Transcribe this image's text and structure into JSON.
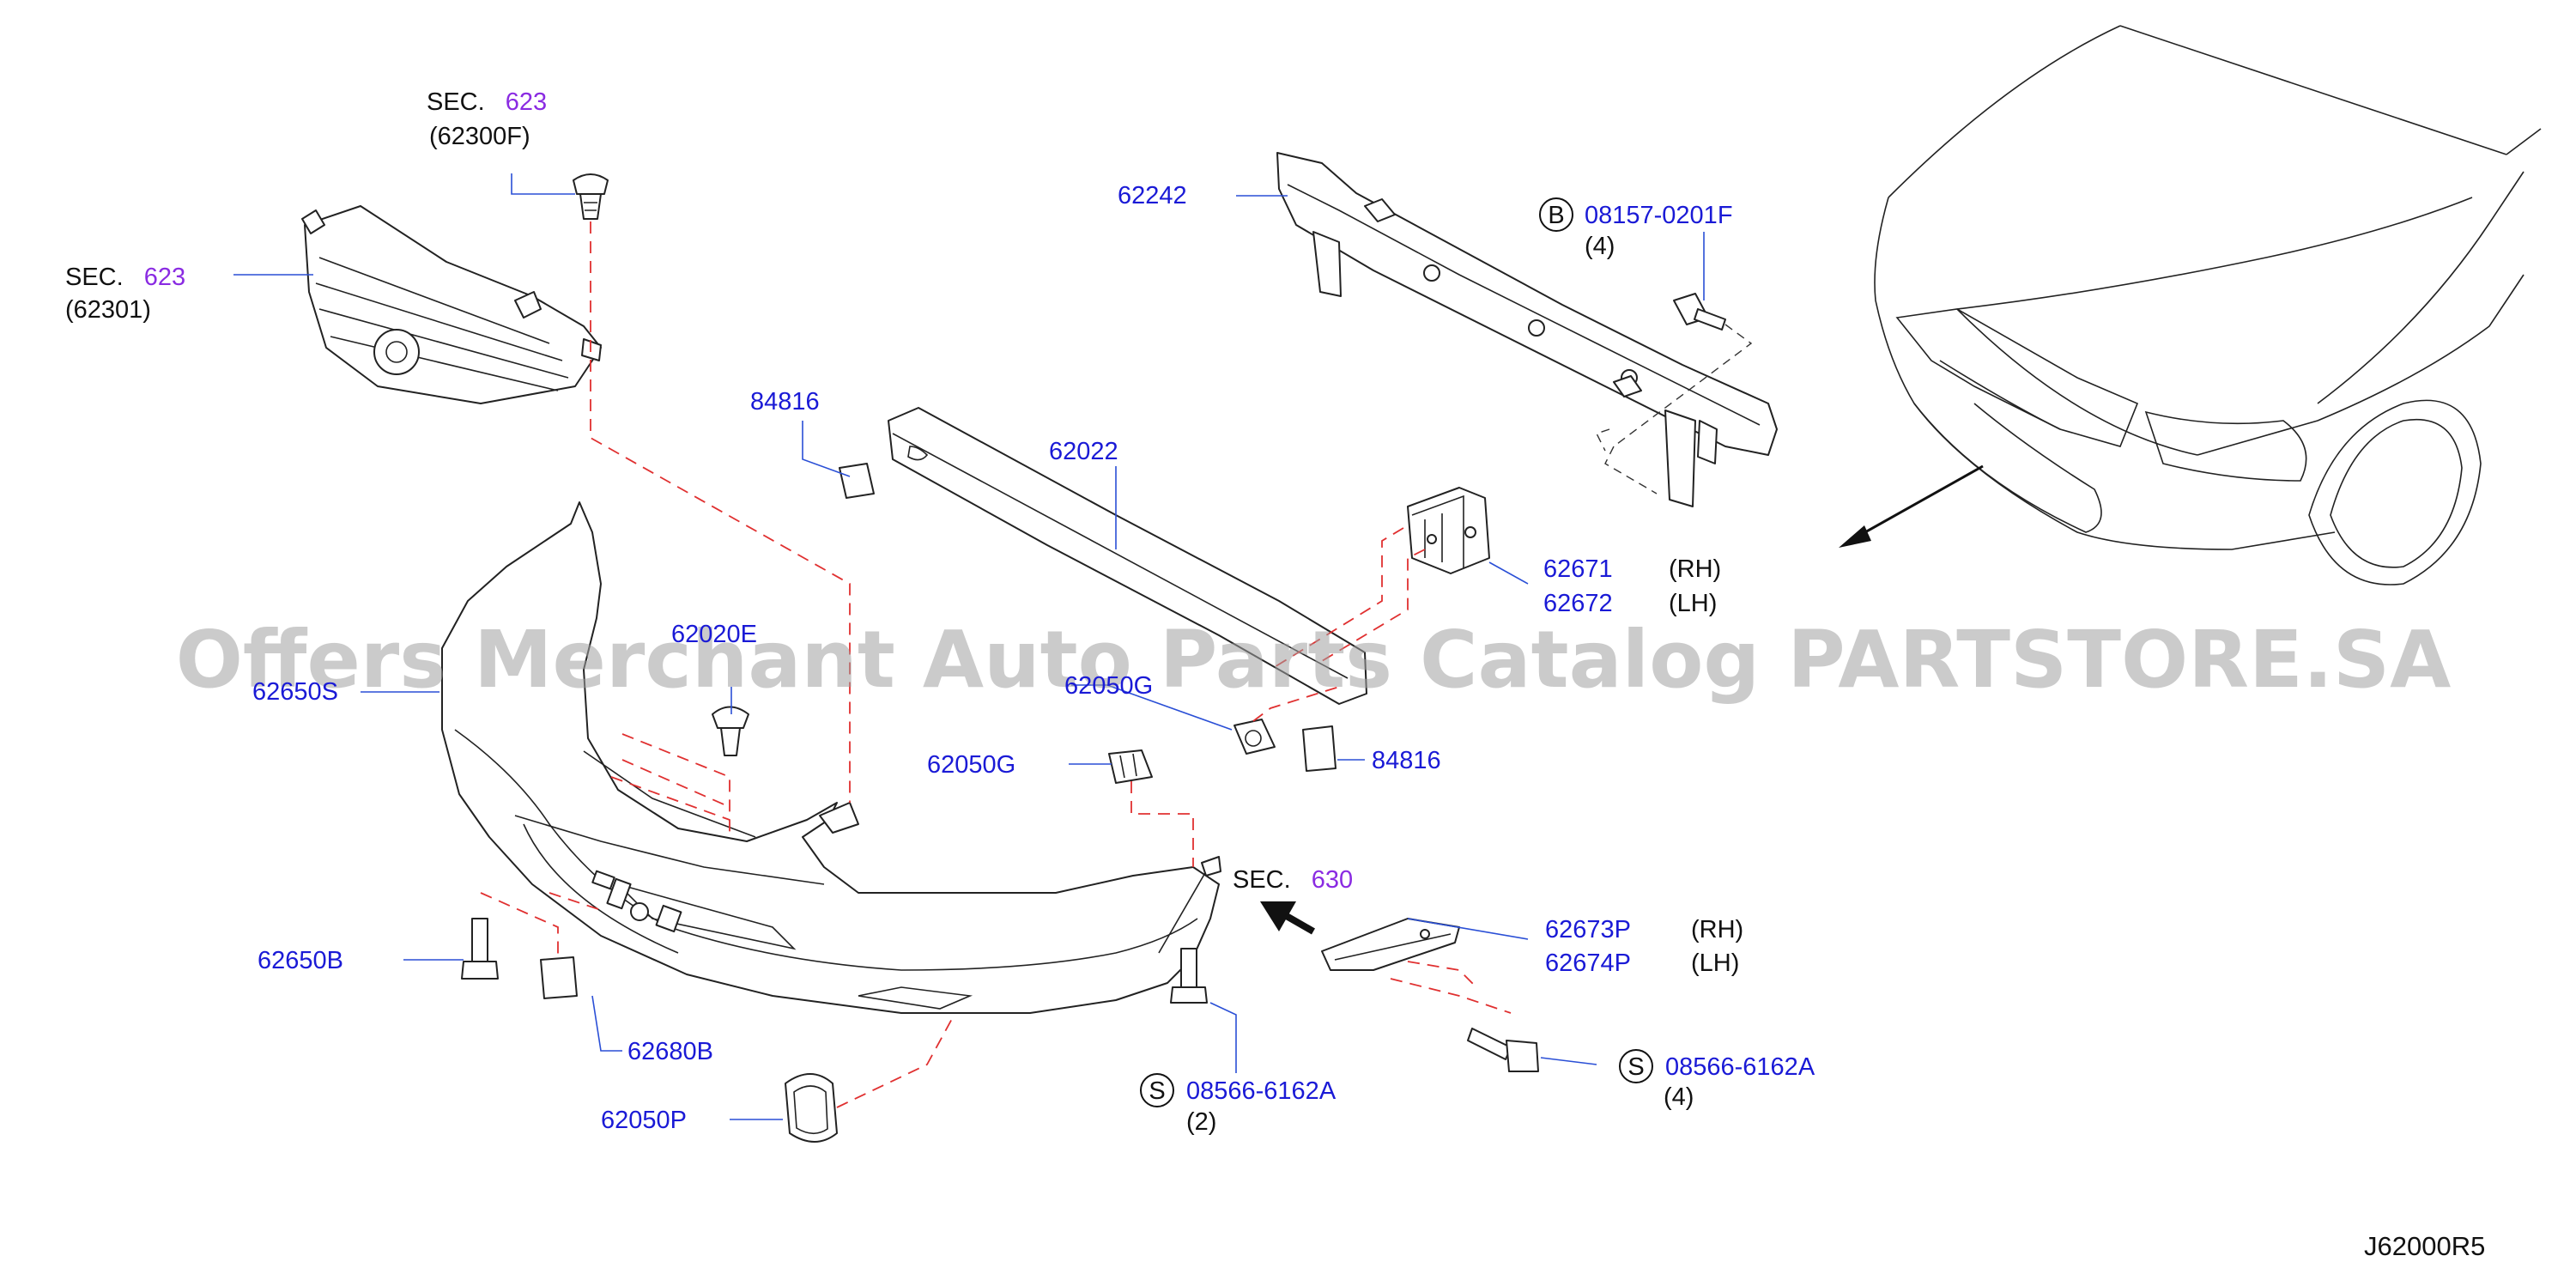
{
  "watermark": "Offers Merchant Auto Parts Catalog PARTSTORE.SA",
  "diagram_code": "J62000R5",
  "colors": {
    "part_number": "#1a1ad6",
    "section_ref": "#8a2be2",
    "leader": "#2a4fd6",
    "dashed_guide": "#e03030"
  },
  "labels": {
    "sec623_top": {
      "prefix": "SEC.",
      "num": "623",
      "sub": "(62300F)"
    },
    "sec623_left": {
      "prefix": "SEC.",
      "num": "623",
      "sub": "(62301)"
    },
    "sec630": {
      "prefix": "SEC.",
      "num": "630"
    },
    "p62242": "62242",
    "b_bolt": {
      "symbol": "B",
      "num": "08157-0201F",
      "qty": "(4)"
    },
    "p84816_top": "84816",
    "p62022": "62022",
    "p62671": {
      "num": "62671",
      "side": "(RH)"
    },
    "p62672": {
      "num": "62672",
      "side": "(LH)"
    },
    "p62020E": "62020E",
    "p62650S": "62650S",
    "p62050G_top": "62050G",
    "p84816_mid": "84816",
    "p62050G": "62050G",
    "p62673P": {
      "num": "62673P",
      "side": "(RH)"
    },
    "p62674P": {
      "num": "62674P",
      "side": "(LH)"
    },
    "p62650B": "62650B",
    "p62680B": "62680B",
    "s_bolt_mid": {
      "symbol": "S",
      "num": "08566-6162A",
      "qty": "(2)"
    },
    "s_bolt_right": {
      "symbol": "S",
      "num": "08566-6162A",
      "qty": "(4)"
    },
    "p62050P": "62050P"
  }
}
